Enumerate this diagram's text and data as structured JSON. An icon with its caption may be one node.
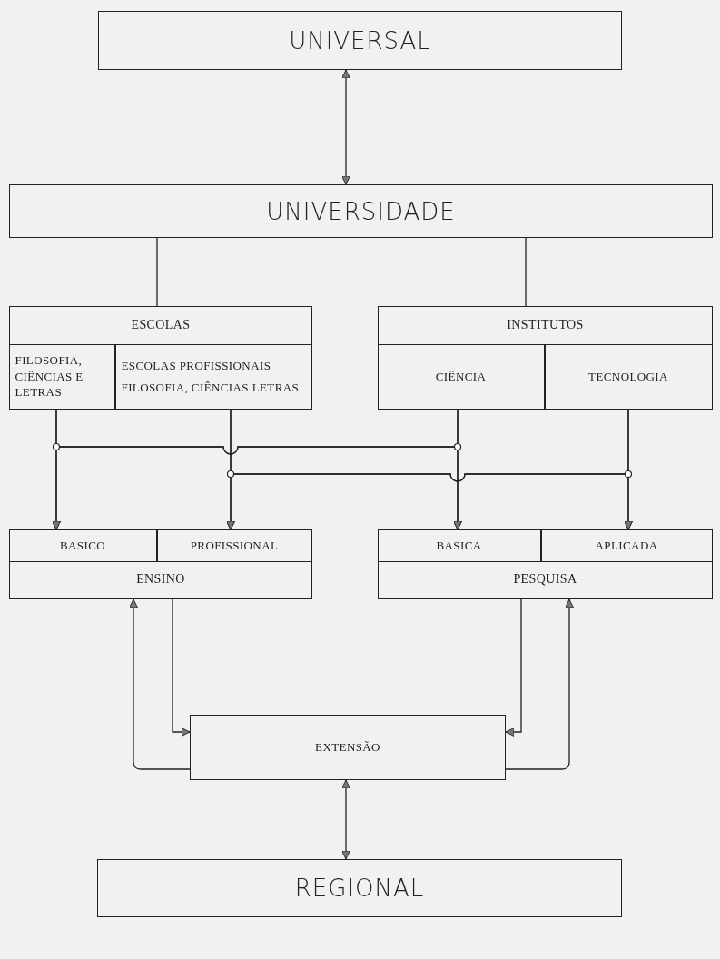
{
  "diagram": {
    "nodes": [
      {
        "text": [
          "UNIVERSAL"
        ]
      },
      {
        "text": [
          "UNIVERSIDADE"
        ]
      },
      {
        "text": [
          "ESCOLAS"
        ]
      },
      {
        "text": [
          "FILOSOFIA, CIÊNCIAS E LETRAS"
        ],
        "in": 2
      },
      {
        "text": [
          "ESCOLAS PROFISSIONAIS",
          "FILOSOFIA, CIÊNCIAS LETRAS"
        ],
        "in": 2
      },
      {
        "text": [
          "INSTITUTOS"
        ]
      },
      {
        "text": [
          "CIÊNCIA"
        ],
        "in": 5
      },
      {
        "text": [
          "TECNOLOGIA"
        ],
        "in": 5
      },
      {
        "text": [
          "ENSINO"
        ]
      },
      {
        "text": [
          "BASICO"
        ],
        "in": 8
      },
      {
        "text": [
          "PROFISSIONAL"
        ],
        "in": 8
      },
      {
        "text": [
          "PESQUISA"
        ]
      },
      {
        "text": [
          "BASICA"
        ],
        "in": 11
      },
      {
        "text": [
          "APLICADA"
        ],
        "in": 11
      },
      {
        "text": [
          "EXTENSÃO"
        ]
      },
      {
        "text": [
          "REGIONAL"
        ]
      }
    ],
    "edges": [
      {
        "from": 0,
        "to": 1,
        "arrow": "both"
      },
      {
        "from": 1,
        "to": 2,
        "arrow": "none"
      },
      {
        "from": 1,
        "to": 5,
        "arrow": "none"
      },
      {
        "from": 3,
        "to": 9,
        "arrow": "to"
      },
      {
        "from": 3,
        "to": 12,
        "arrow": "to"
      },
      {
        "from": 6,
        "to": 9,
        "arrow": "to"
      },
      {
        "from": 6,
        "to": 12,
        "arrow": "to"
      },
      {
        "from": 4,
        "to": 10,
        "arrow": "to"
      },
      {
        "from": 4,
        "to": 13,
        "arrow": "to"
      },
      {
        "from": 7,
        "to": 10,
        "arrow": "to"
      },
      {
        "from": 7,
        "to": 13,
        "arrow": "to"
      },
      {
        "from": 8,
        "to": 14,
        "arrow": "to"
      },
      {
        "from": 14,
        "to": 8,
        "arrow": "to"
      },
      {
        "from": 11,
        "to": 14,
        "arrow": "to"
      },
      {
        "from": 14,
        "to": 11,
        "arrow": "to"
      },
      {
        "from": 14,
        "to": 15,
        "arrow": "both"
      }
    ]
  }
}
